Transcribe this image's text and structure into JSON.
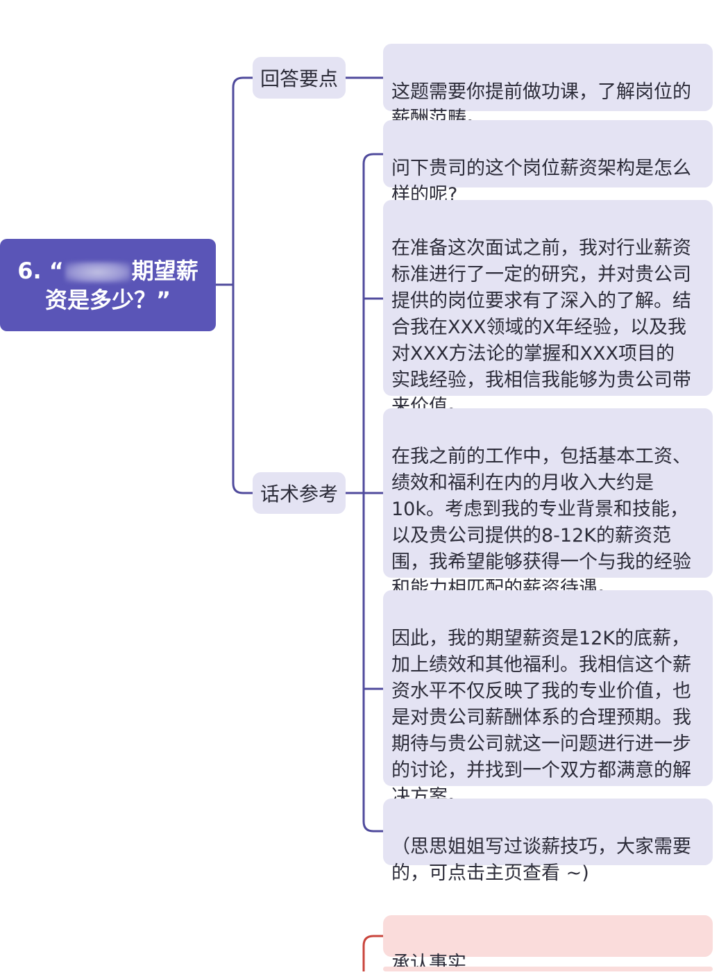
{
  "root": {
    "prefix": "6. “",
    "title_line1_end": "期望薪",
    "title_line2": "资是多少？”"
  },
  "categories": [
    {
      "label": "回答要点"
    },
    {
      "label": "话术参考"
    }
  ],
  "leaves": [
    {
      "text": "这题需要你提前做功课，了解岗位的\n薪酬范畴。"
    },
    {
      "text": "问下贵司的这个岗位薪资架构是怎么\n样的呢?"
    },
    {
      "text": "在准备这次面试之前，我对行业薪资\n标准进行了一定的研究，并对贵公司\n提供的岗位要求有了深入的了解。结\n合我在XXX领域的X年经验，以及我\n对XXX方法论的掌握和XXX项目的\n实践经验，我相信我能够为贵公司带\n来价值。"
    },
    {
      "text": "在我之前的工作中，包括基本工资、\n绩效和福利在内的月收入大约是\n10k。考虑到我的专业背景和技能，\n以及贵公司提供的8-12K的薪资范\n围，我希望能够获得一个与我的经验\n和能力相匹配的薪资待遇。"
    },
    {
      "text": "因此，我的期望薪资是12K的底薪，\n加上绩效和其他福利。我相信这个薪\n资水平不仅反映了我的专业价值，也\n是对贵公司薪酬体系的合理预期。我\n期待与贵公司就这一问题进行进一步\n的讨论，并找到一个双方都满意的解\n决方案。"
    },
    {
      "text": "（思思姐姐写过谈薪技巧，大家需要\n的，可点击主页查看 ~)"
    },
    {
      "text": "承认事实"
    }
  ],
  "colors": {
    "root": "#5a55b7",
    "node": "#e4e3f3",
    "connector": "#4f4a9c",
    "red_node": "#fadcdb",
    "red_connector": "#c9443b"
  }
}
